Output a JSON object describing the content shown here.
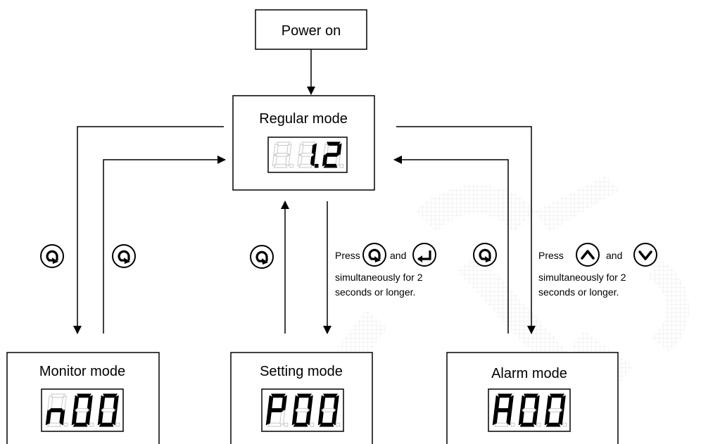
{
  "power_on": {
    "label": "Power on"
  },
  "regular_mode": {
    "title": "Regular mode",
    "display": "1.2"
  },
  "monitor_mode": {
    "title": "Monitor mode",
    "display": "n00"
  },
  "setting_mode": {
    "title": "Setting mode",
    "display": "P00"
  },
  "alarm_mode": {
    "title": "Alarm mode",
    "display": "A00"
  },
  "setting_note": {
    "press": "Press",
    "and": "and",
    "line2": "simultaneously for 2",
    "line3": "seconds or longer."
  },
  "alarm_note": {
    "press": "Press",
    "and": "and",
    "line2": "simultaneously for 2",
    "line3": "seconds or longer."
  },
  "icons": {
    "mode_key": "mode-cycle-icon",
    "enter_key": "enter-icon",
    "up_key": "up-arrow-icon",
    "down_key": "down-arrow-icon"
  },
  "colors": {
    "stroke": "#000000",
    "display_off": "#c8c8c8",
    "watermark": "#e4e4e4"
  }
}
